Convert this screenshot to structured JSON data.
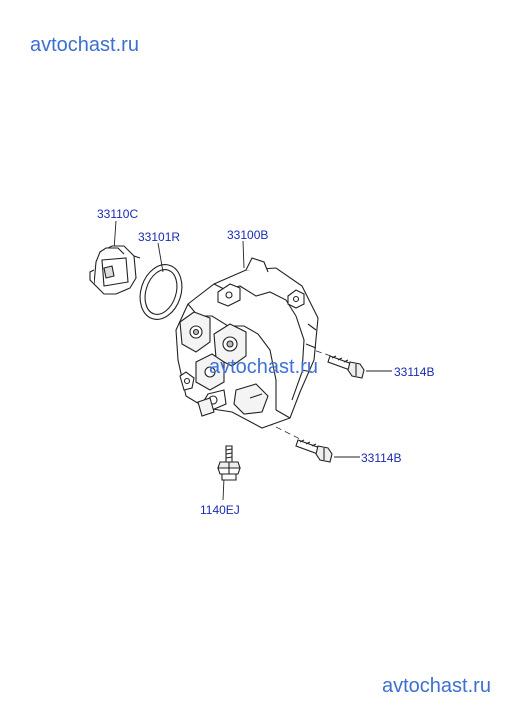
{
  "watermarks": {
    "top": "avtochast.ru",
    "middle": "avtochast.ru",
    "bottom": "avtochast.ru"
  },
  "callouts": {
    "cap": "33110C",
    "o_ring": "33101R",
    "pump": "33100B",
    "bolt_upper": "33114B",
    "bolt_lower": "33114B",
    "stud": "1140EJ"
  },
  "colors": {
    "label": "#1a2bb0",
    "watermark": "#3d6fd0",
    "line": "#222222"
  }
}
